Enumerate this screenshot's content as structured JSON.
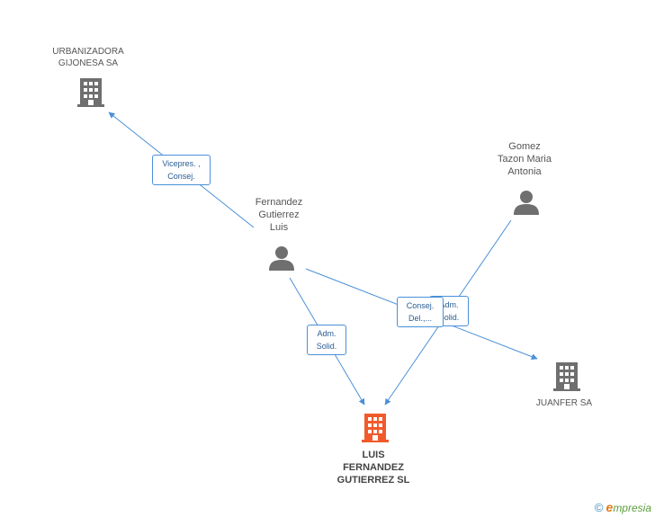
{
  "nodes": {
    "urbanizadora": {
      "label_lines": [
        "URBANIZADORA",
        "GIJONESA SA"
      ],
      "icon": "building-icon",
      "color": "#6f6f6f"
    },
    "fernandez": {
      "label_lines": [
        "Fernandez",
        "Gutierrez",
        "Luis"
      ],
      "icon": "person-icon",
      "color": "#6f6f6f"
    },
    "gomez": {
      "label_lines": [
        "Gomez",
        "Tazon Maria",
        "Antonia"
      ],
      "icon": "person-icon",
      "color": "#6f6f6f"
    },
    "juanfer": {
      "label_lines": [
        "JUANFER SA"
      ],
      "icon": "building-icon",
      "color": "#6f6f6f"
    },
    "luis_sl": {
      "label_lines": [
        "LUIS",
        "FERNANDEZ",
        "GUTIERREZ SL"
      ],
      "icon": "building-icon",
      "color": "#f15a2b"
    }
  },
  "edges": {
    "e1": {
      "lines": [
        "Vicepres. ,",
        "Consej."
      ]
    },
    "e2": {
      "lines": [
        "Adm.",
        "Solid."
      ]
    },
    "e3": {
      "lines": [
        "Adm.",
        "Solid."
      ]
    },
    "e4": {
      "lines": [
        "Consej.",
        "Del.,..."
      ]
    }
  },
  "colors": {
    "edge": "#4a90d9",
    "edge_label_border": "#4a90d9"
  },
  "brand": {
    "copyright": "©",
    "name_initial": "e",
    "name_rest": "mpresia"
  }
}
